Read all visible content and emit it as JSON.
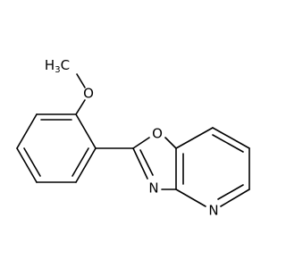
{
  "molecule": {
    "atoms": {
      "methyl_c": "C",
      "methyl_h": "H",
      "methyl_h_count": "3",
      "methoxy_o": "O",
      "oxazole_o": "O",
      "oxazole_n": "N",
      "pyridine_n": "N"
    }
  },
  "colors": {
    "bond": "#000000",
    "text": "#000000",
    "background": "#ffffff"
  }
}
